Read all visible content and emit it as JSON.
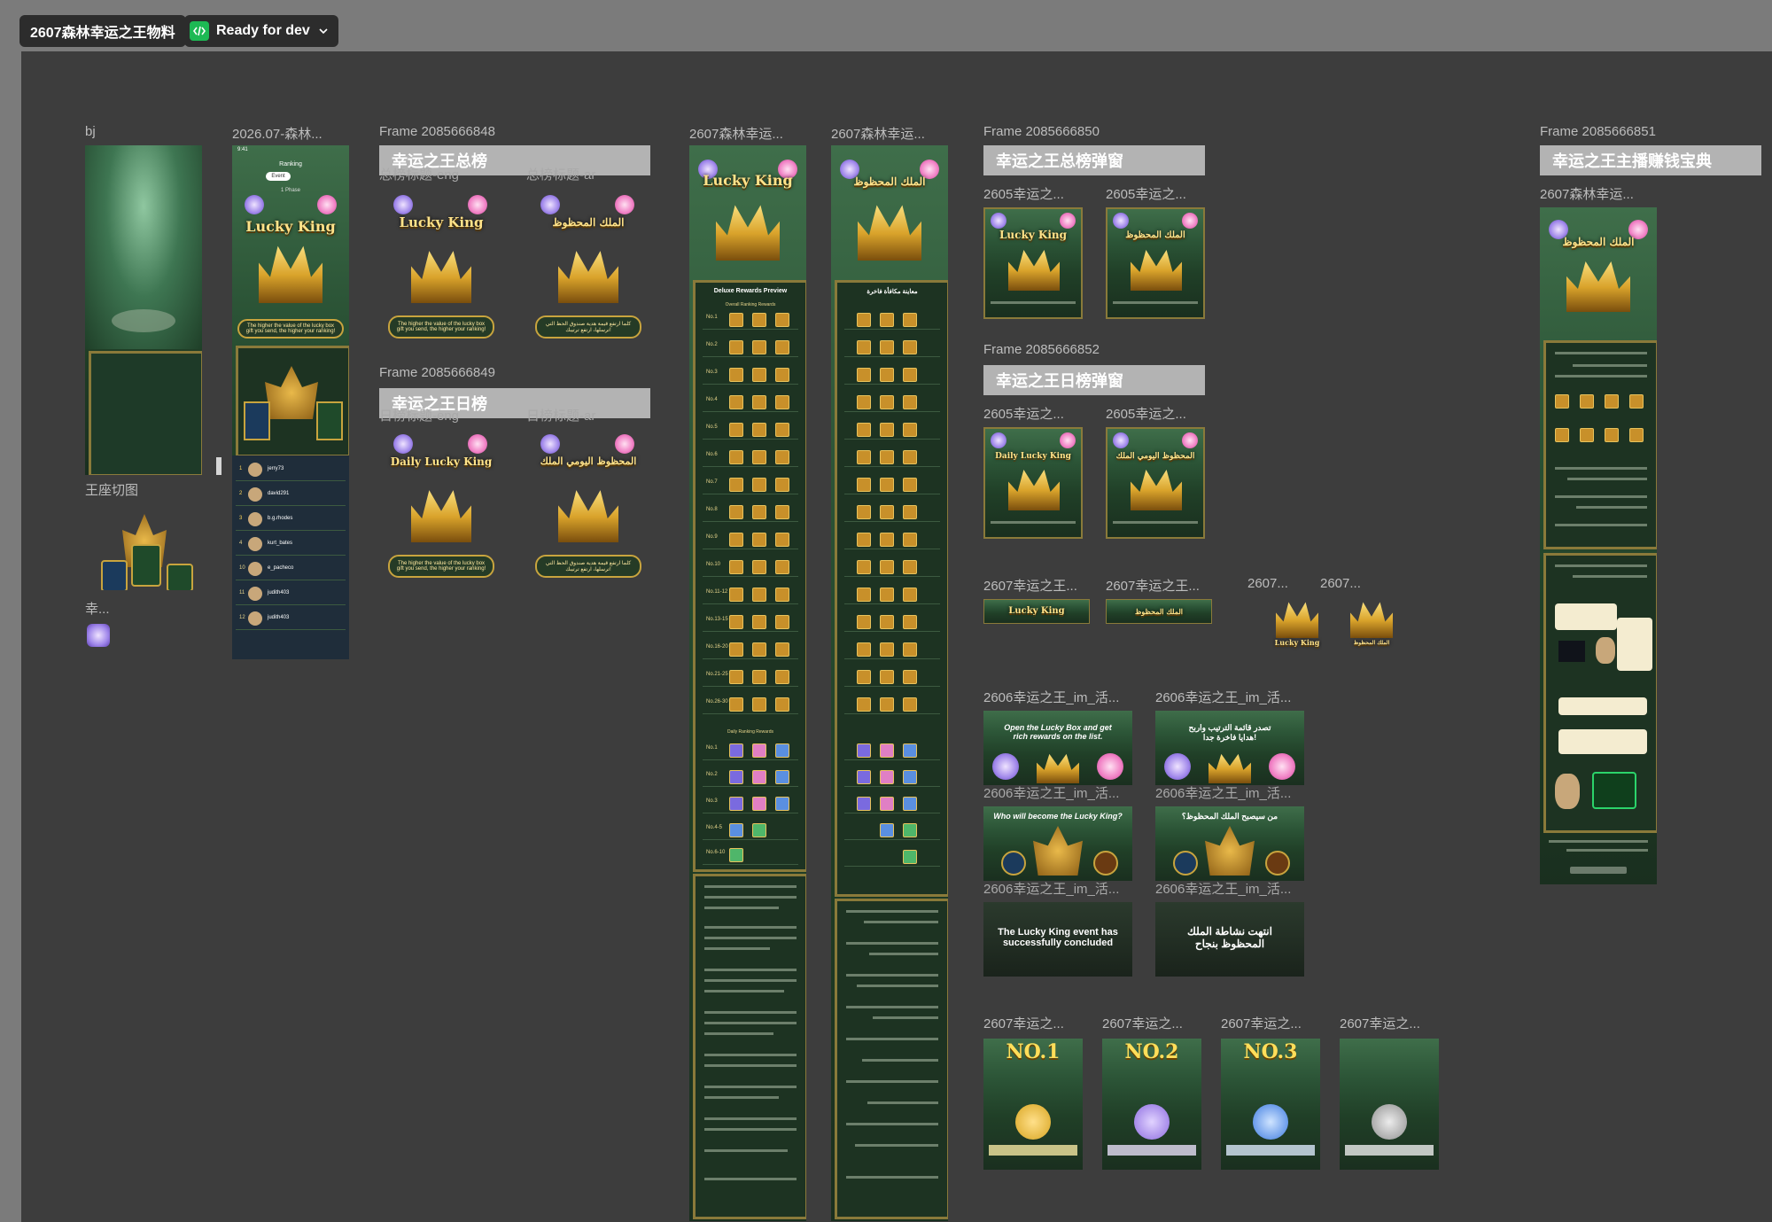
{
  "file": {
    "title": "2607森林幸运之王物料",
    "status": "Ready for dev"
  },
  "labels": {
    "bj": "bj",
    "mobile": "2026.07-森林...",
    "frame48": "Frame 2085666848",
    "frame49": "Frame 2085666849",
    "long_en": "2607森林幸运...",
    "long_ar": "2607森林幸运...",
    "frame50": "Frame 2085666850",
    "frame52": "Frame 2085666852",
    "frame51": "Frame 2085666851",
    "sub_2605_a": "2605幸运之...",
    "sub_2605_b": "2605幸运之...",
    "sub_2605_c": "2605幸运之...",
    "sub_2605_d": "2605幸运之...",
    "strip_a": "2607幸运之王...",
    "strip_b": "2607幸运之王...",
    "icon_a": "2607...",
    "icon_b": "2607...",
    "im_1": "2606幸运之王_im_活...",
    "im_2": "2606幸运之王_im_活...",
    "im_3": "2606幸运之王_im_活...",
    "im_4": "2606幸运之王_im_活...",
    "im_5": "2606幸运之王_im_活...",
    "im_6": "2606幸运之王_im_活...",
    "card_1": "2607幸运之...",
    "card_2": "2607幸运之...",
    "card_3": "2607幸运之...",
    "card_4": "2607幸运之...",
    "throne": "王座切图",
    "gem_label": "幸...",
    "guide_sub": "2607森林幸运..."
  },
  "headers": {
    "total": "幸运之王总榜",
    "total_en": "总榜标题-eng",
    "total_ar": "总榜标题-ar",
    "daily": "幸运之王日榜",
    "daily_en": "日榜标题-eng",
    "daily_ar": "日榜标题-ar",
    "popup_total": "幸运之王总榜弹窗",
    "popup_daily": "幸运之王日榜弹窗",
    "guide": "幸运之王主播赚钱宝典"
  },
  "banners": {
    "lucky_king": "Lucky King",
    "daily_lucky_king": "Daily Lucky King",
    "ar_king": "الملك المحظوظ",
    "ar_daily": "المحظوظ اليومي الملك",
    "tagline_en": "The higher the value of the lucky box gift you send, the higher your ranking!",
    "tagline_ar": "كلما ارتفع قيمة هدية صندوق الحظ التي ترسلها، ارتفع ترتيبك!"
  },
  "mobile": {
    "time": "9:41",
    "heading": "Ranking",
    "tab_event": "Event",
    "period": "1 Phase",
    "users": [
      "jerry73",
      "david291",
      "b.g.rhodes",
      "kurt_bates",
      "e_pacheco",
      "judith403",
      "judith403"
    ],
    "ranks": [
      "1",
      "2",
      "3",
      "4",
      "10",
      "11",
      "12"
    ]
  },
  "long_en": {
    "section": "Deluxe Rewards Preview",
    "sub": "Overall Ranking Rewards",
    "daily": "Daily Ranking Rewards",
    "ranks": [
      "No.1",
      "No.2",
      "No.3",
      "No.4",
      "No.5",
      "No.6",
      "No.7",
      "No.8",
      "No.9",
      "No.10",
      "No.11-12",
      "No.13-15",
      "No.16-20",
      "No.21-25",
      "No.26-30"
    ],
    "daily_ranks": [
      "No.1",
      "No.2",
      "No.3",
      "No.4-5",
      "No.6-10"
    ]
  },
  "long_ar": {
    "section": "معاينة مكافأة فاخرة"
  },
  "im": {
    "open_en": "Open the Lucky Box and get rich rewards on the list.",
    "open_ar": "تصدر قائمة الترتيب واربح هدايا فاخرة جدا!",
    "who_en": "Who will become the Lucky King?",
    "who_ar": "من سيصبح الملك المحظوظ؟",
    "end_en": "The Lucky King event has successfully concluded",
    "end_ar": "انتهت نشاطة الملك المحظوظ بنجاح"
  },
  "cards": [
    "NO.1",
    "NO.2",
    "NO.3",
    ""
  ],
  "colors": {
    "accent": "#1db954",
    "gold": "#ffe38a",
    "canvas": "#3d3d3d",
    "chrome": "#7b7b7b"
  },
  "icons": {
    "dev": "code-icon",
    "menu": "chevron-down-icon"
  }
}
